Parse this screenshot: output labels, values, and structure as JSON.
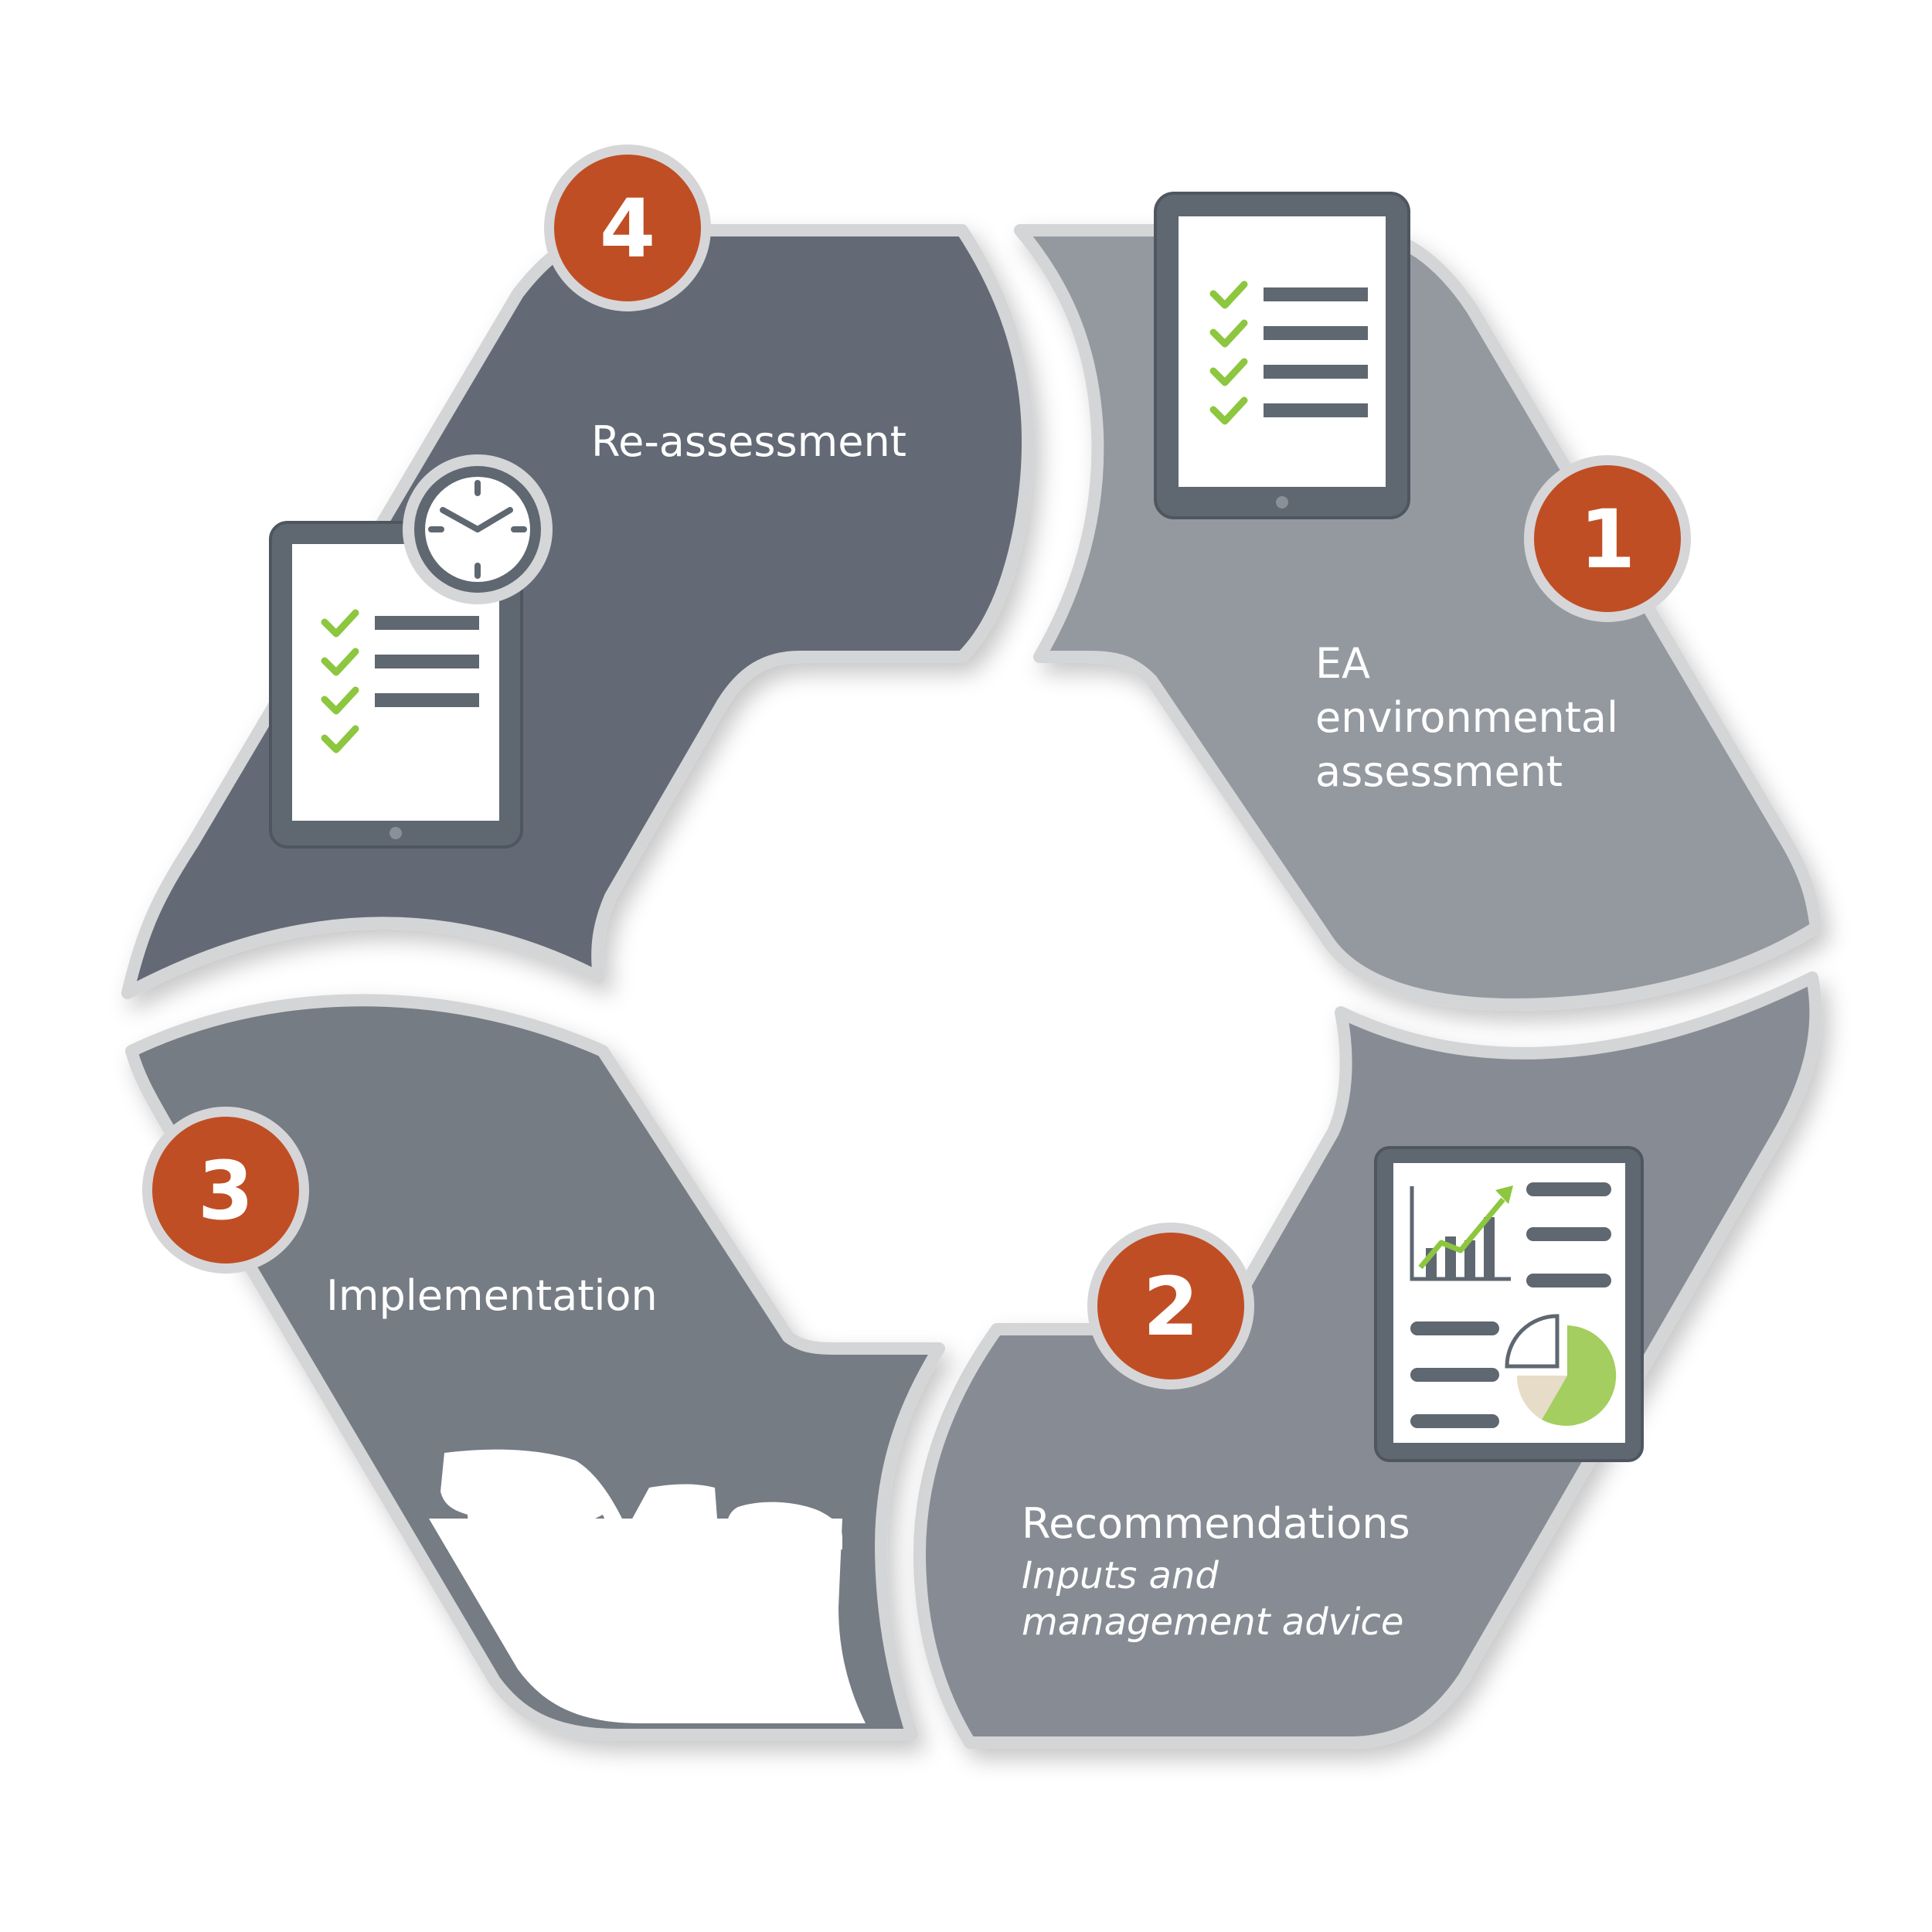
{
  "steps": [
    {
      "number": "1",
      "title_lines": [
        "EA",
        "environmental",
        "assessment"
      ],
      "subtitle_lines": []
    },
    {
      "number": "2",
      "title_lines": [
        "Recommendations"
      ],
      "subtitle_lines": [
        "Inputs and",
        "management advice"
      ]
    },
    {
      "number": "3",
      "title_lines": [
        "Implementation"
      ],
      "subtitle_lines": []
    },
    {
      "number": "4",
      "title_lines": [
        "Re-assessment"
      ],
      "subtitle_lines": []
    }
  ],
  "icons": {
    "step1": "tablet-checklist-icon",
    "step2": "report-charts-icon",
    "step3": "grazing-cattle-icon",
    "step4": "tablet-clock-icon"
  },
  "colors": {
    "badge": "#c04e24",
    "badge_ring": "#d6d6d8",
    "segment_outline": "#d4d5d7",
    "segment_1": "#9499a0",
    "segment_2": "#878c94",
    "segment_3": "#757b84",
    "segment_4": "#636b75",
    "icon_dark": "#5f6771",
    "check_green": "#8dc63f",
    "pie_green": "#a4ce5f",
    "pie_beige": "#e7dcc8"
  }
}
